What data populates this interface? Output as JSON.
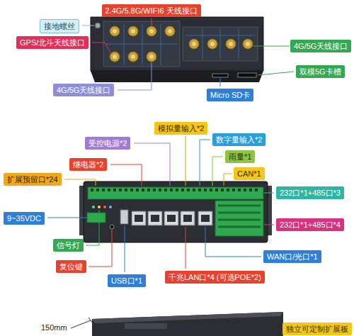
{
  "diagram": {
    "nodes": [
      {
        "text": [
          "2.4G/5.8G/WIFI6 天线接口"
        ]
      },
      {
        "text": [
          "接地螺丝"
        ]
      },
      {
        "text": [
          "GPS/北斗天线接口"
        ]
      },
      {
        "text": [
          "4G/5G天线接口"
        ]
      },
      {
        "text": [
          "双模5G卡槽"
        ]
      },
      {
        "text": [
          "4G/5G天线接口"
        ]
      },
      {
        "text": [
          "Micro SD卡"
        ]
      },
      {
        "text": [
          "模拟量输入*2"
        ]
      },
      {
        "text": [
          "受控电源*2"
        ]
      },
      {
        "text": [
          "数字量输入*2"
        ]
      },
      {
        "text": [
          "继电器*2"
        ]
      },
      {
        "text": [
          "雨量*1"
        ]
      },
      {
        "text": [
          "扩展预留口*24"
        ]
      },
      {
        "text": [
          "CAN*1"
        ]
      },
      {
        "text": [
          "232口*1+485口*3"
        ]
      },
      {
        "text": [
          "9~35VDC"
        ]
      },
      {
        "text": [
          "232口*1+485口*4"
        ]
      },
      {
        "text": [
          "信号灯"
        ]
      },
      {
        "text": [
          "复位键"
        ]
      },
      {
        "text": [
          "USB口*1"
        ]
      },
      {
        "text": [
          "千兆LAN口*4 (可选POE*2)"
        ]
      },
      {
        "text": [
          "WAN口/光口*1"
        ]
      },
      {
        "text": [
          "独立可定制扩展板"
        ]
      }
    ],
    "labels": [
      "150mm"
    ]
  }
}
